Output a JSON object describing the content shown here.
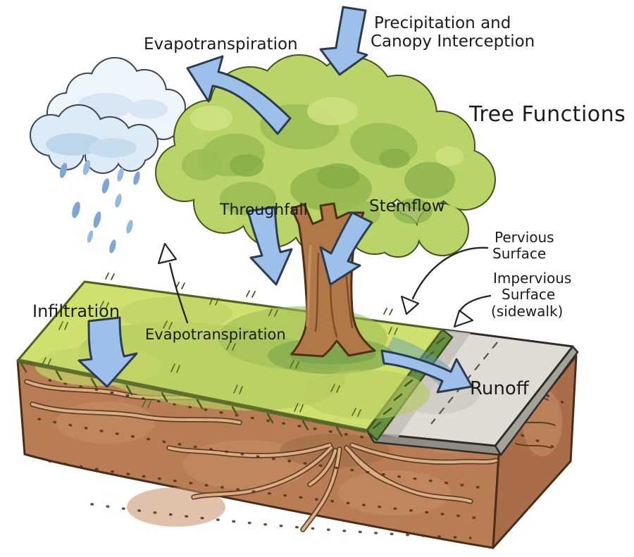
{
  "title": "Tree Functions",
  "labels": {
    "precipitation": [
      "Precipitation and",
      "Canopy Interception"
    ],
    "evapotranspiration_canopy": "Evapotranspiration",
    "throughfall": "Throughfall",
    "stemflow": "Stemflow",
    "pervious": [
      "Pervious",
      "Surface"
    ],
    "impervious": [
      "Impervious",
      "Surface",
      "(sidewalk)"
    ],
    "infiltration": "Infiltration",
    "evapotranspiration_ground": "Evapotranspiration",
    "runoff": "Runoff"
  },
  "colors": {
    "arrow_blue": "#9cc0ea",
    "ink_outline": "#2c3c50",
    "canopy_green": "#b9d56a",
    "canopy_shadow_green": "#8fb34d",
    "trunk_brown": "#b07747",
    "grass_yellow_green": "#cfe06e",
    "grass_edge_green": "#629040",
    "soil_terracotta": "#b97d55",
    "root_tan": "#dcae85",
    "sidewalk_gray": "#dfdcd5",
    "cloud_blue": "#dcebf6",
    "rain_blue": "#7ba6d6",
    "text_ink": "#1b1b1b"
  }
}
